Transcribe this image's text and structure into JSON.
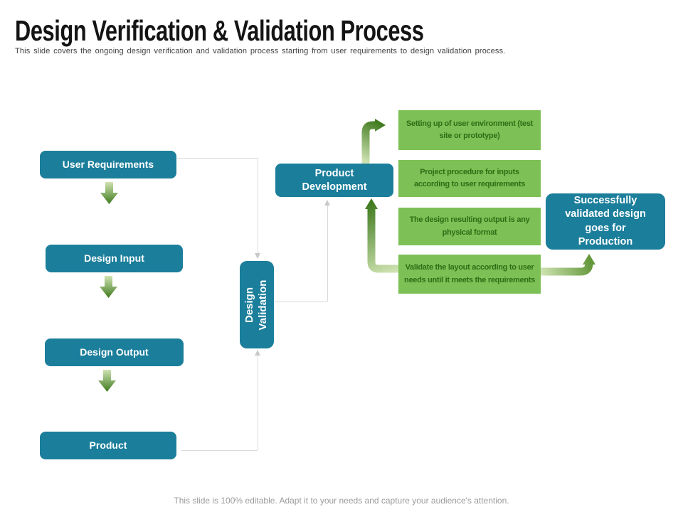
{
  "slide": {
    "title": "Design Verification & Validation Process",
    "subtitle": "This slide covers the ongoing design verification and validation process starting from user requirements to design validation process.",
    "footer": "This slide is 100% editable. Adapt it to your needs and capture your audience's attention."
  },
  "flow": {
    "left_steps": [
      "User Requirements",
      "Design Input",
      "Design Output",
      "Product"
    ],
    "center": {
      "product_development": "Product Development",
      "design_validation": "Design Validation"
    },
    "notes": [
      "Setting up of user environment (test site or prototype)",
      "Project procedure for inputs according to user requirements",
      "The design resulting output is any physical format",
      "Validate the layout according to user needs until it meets the requirements"
    ],
    "outcome": "Successfully validated design goes for Production"
  },
  "colors": {
    "teal": "#1b7e9b",
    "green": "#7dc055",
    "green_text": "#2e6e16",
    "connector": "#d9d9d9",
    "arrow_light": "#cfe3b2",
    "arrow_dark": "#3f7a1e",
    "arrow_mid": "#63973a"
  }
}
